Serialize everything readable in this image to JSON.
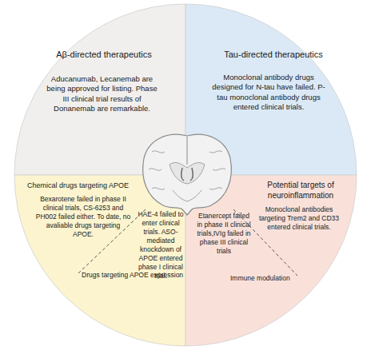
{
  "diagram": {
    "nodes": [
      {
        "text": [
          "Aβ-directed therapeutics",
          "Aducanumab, Lecanemab are being approved for listing. Phase III clinical trial results of Donanemab are remarkable."
        ]
      },
      {
        "text": [
          "Tau-directed therapeutics",
          "Monoclonal antibody drugs designed for N-tau have failed. P-tau monoclonal antibody drugs entered clinical trials."
        ]
      },
      {
        "text": [
          "Chemical drugs targeting APOE",
          "Bexarotene failed in phase II clinical trials, CS-6253 and PH002 failed either. To date, no avaliable drugs targeting APOE.",
          "HAE-4 failed to enter clinical trials. ASO-mediated knockdown of APOE entered phase I clinical trial.",
          "Drugs targeting APOE expression"
        ]
      },
      {
        "text": [
          "Potential targets of neuroinflammation",
          "Monoclonal antibodies targeting Trem2 and CD33 entered clinical trials.",
          "Etanercept failed in phase II clinical trials,IVIg failed in phase III clinical trials",
          "Immune modulation"
        ]
      }
    ]
  }
}
